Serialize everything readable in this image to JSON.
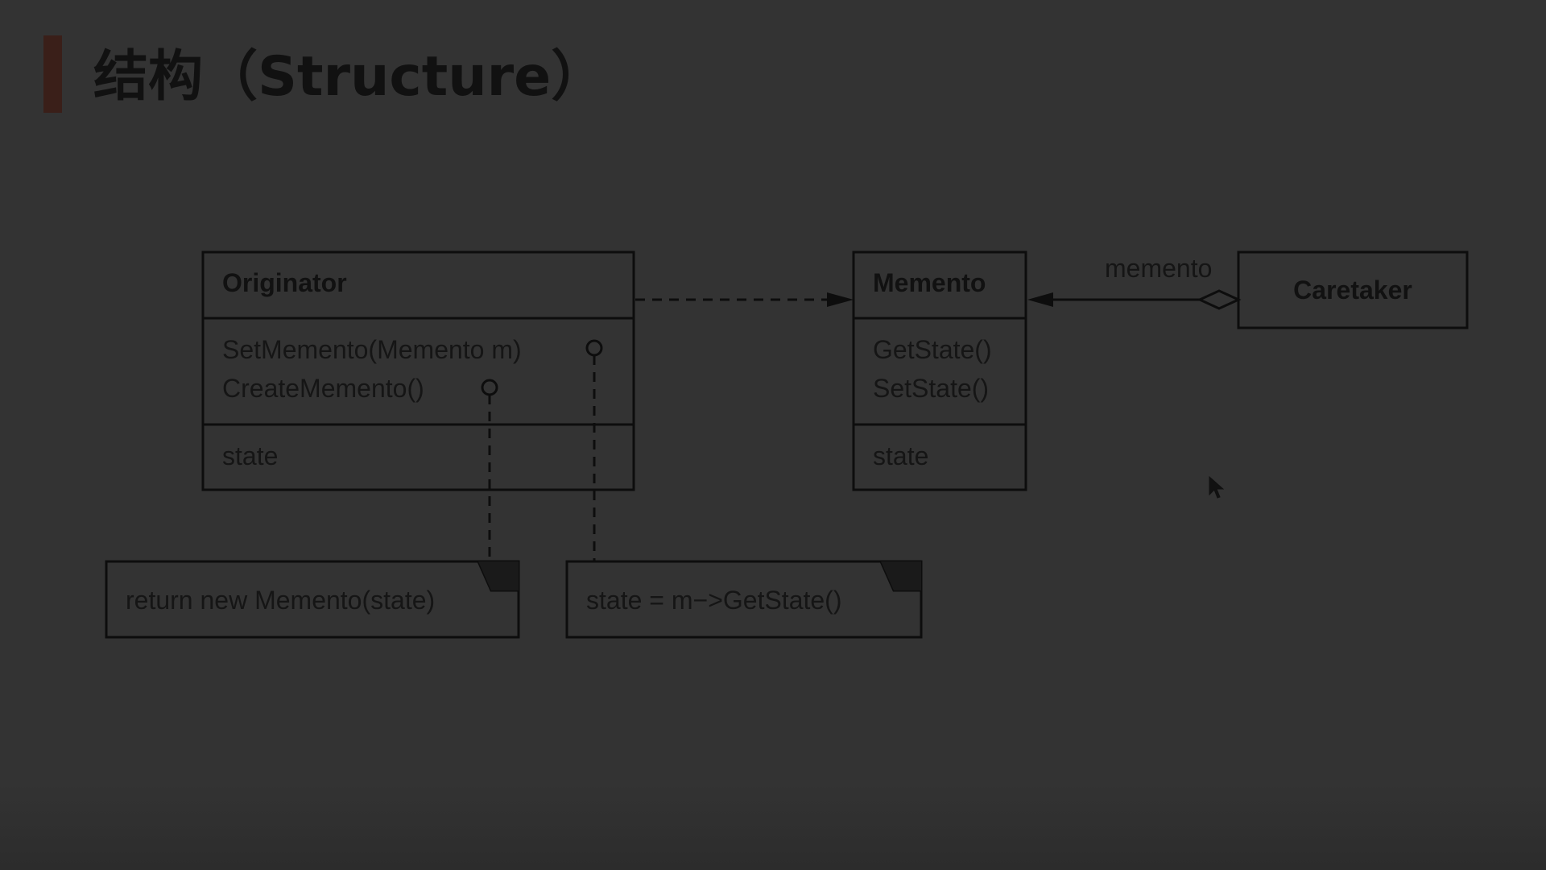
{
  "slide": {
    "title": "结构（Structure）"
  },
  "diagram": {
    "originator": {
      "name": "Originator",
      "operations": [
        "SetMemento(Memento m)",
        "CreateMemento()"
      ],
      "attributes": [
        "state"
      ]
    },
    "memento": {
      "name": "Memento",
      "operations": [
        "GetState()",
        "SetState()"
      ],
      "attributes": [
        "state"
      ]
    },
    "caretaker": {
      "name": "Caretaker"
    },
    "association_label": "memento",
    "notes": [
      "return new Memento(state)",
      "state = m−>GetState()"
    ]
  },
  "colors": {
    "background": "#333333",
    "accent": "#3a1f19",
    "ink": "#111111"
  }
}
